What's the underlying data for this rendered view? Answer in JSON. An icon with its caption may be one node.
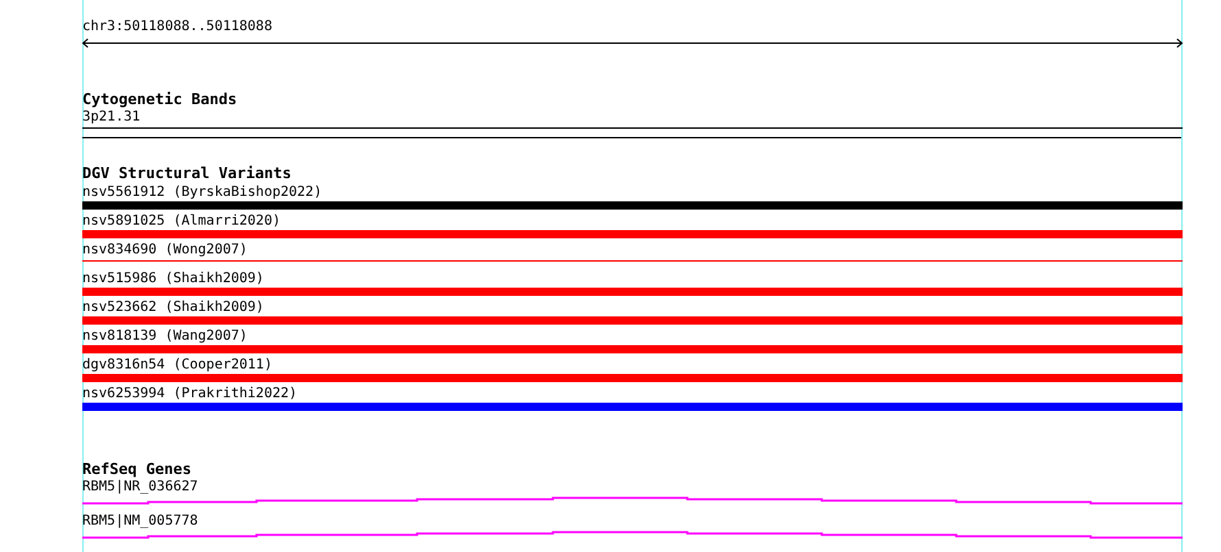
{
  "diagram": {
    "nodes": [
      {
        "text": [
          "chr3:50118088..50118088"
        ]
      },
      {
        "text": [
          "Cytogenetic Bands"
        ]
      },
      {
        "text": [
          "3p21.31"
        ],
        "in": 1
      },
      {
        "text": [
          "DGV Structural Variants"
        ]
      },
      {
        "text": [
          "nsv5561912 (ByrskaBishop2022)"
        ],
        "in": 3
      },
      {
        "text": [
          "nsv5891025 (Almarri2020)"
        ],
        "in": 3
      },
      {
        "text": [
          "nsv834690 (Wong2007)"
        ],
        "in": 3
      },
      {
        "text": [
          "nsv515986 (Shaikh2009)"
        ],
        "in": 3
      },
      {
        "text": [
          "nsv523662 (Shaikh2009)"
        ],
        "in": 3
      },
      {
        "text": [
          "nsv818139 (Wang2007)"
        ],
        "in": 3
      },
      {
        "text": [
          "dgv8316n54 (Cooper2011)"
        ],
        "in": 3
      },
      {
        "text": [
          "nsv6253994 (Prakrithi2022)"
        ],
        "in": 3
      },
      {
        "text": [
          "RefSeq Genes"
        ]
      },
      {
        "text": [
          "RBM5|NR_036627"
        ],
        "in": 12
      },
      {
        "text": [
          "RBM5|NM_005778"
        ],
        "in": 12
      }
    ],
    "edges": []
  }
}
